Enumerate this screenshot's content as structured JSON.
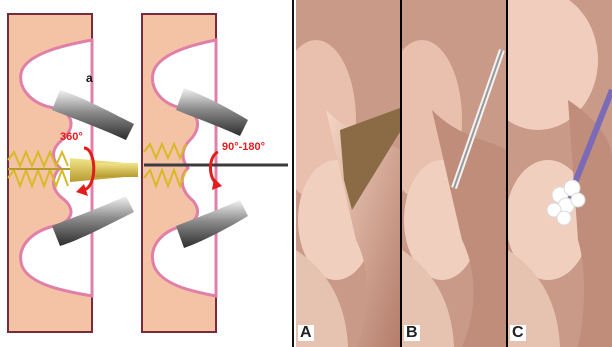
{
  "diagram": {
    "label_a": "a",
    "rotation_full": "360°",
    "rotation_partial": "90°-180°"
  },
  "photos": [
    {
      "label": "A"
    },
    {
      "label": "B"
    },
    {
      "label": "C"
    }
  ],
  "colors": {
    "tissue": "#f4c2a4",
    "tissue_border": "#e07fa8",
    "tissue_edge": "#7a2b3a",
    "brush_bristles": "#d8b927",
    "rotation_arrow": "#e21d1d"
  }
}
